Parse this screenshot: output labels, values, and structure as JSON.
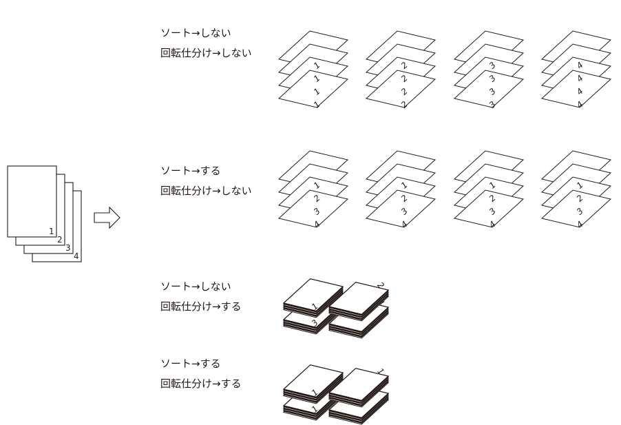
{
  "source": {
    "numbers": [
      "1",
      "2",
      "3",
      "4"
    ]
  },
  "rows": [
    {
      "sort_label": "ソート→しない",
      "rotate_label": "回転仕分け→しない",
      "groups": [
        [
          "1",
          "1",
          "1",
          "1"
        ],
        [
          "2",
          "2",
          "2",
          "2"
        ],
        [
          "3",
          "3",
          "3",
          "3"
        ],
        [
          "4",
          "4",
          "4",
          "4"
        ]
      ]
    },
    {
      "sort_label": "ソート→する",
      "rotate_label": "回転仕分け→しない",
      "groups": [
        [
          "1",
          "2",
          "3",
          "4"
        ],
        [
          "1",
          "2",
          "3",
          "4"
        ],
        [
          "1",
          "2",
          "3",
          "4"
        ],
        [
          "1",
          "2",
          "3",
          "4"
        ]
      ]
    },
    {
      "sort_label": "ソート→しない",
      "rotate_label": "回転仕分け→する",
      "stacks": [
        "1",
        "2",
        "3",
        "4"
      ]
    },
    {
      "sort_label": "ソート→する",
      "rotate_label": "回転仕分け→する",
      "stacks": [
        "1",
        "1",
        "1",
        "1"
      ]
    }
  ]
}
